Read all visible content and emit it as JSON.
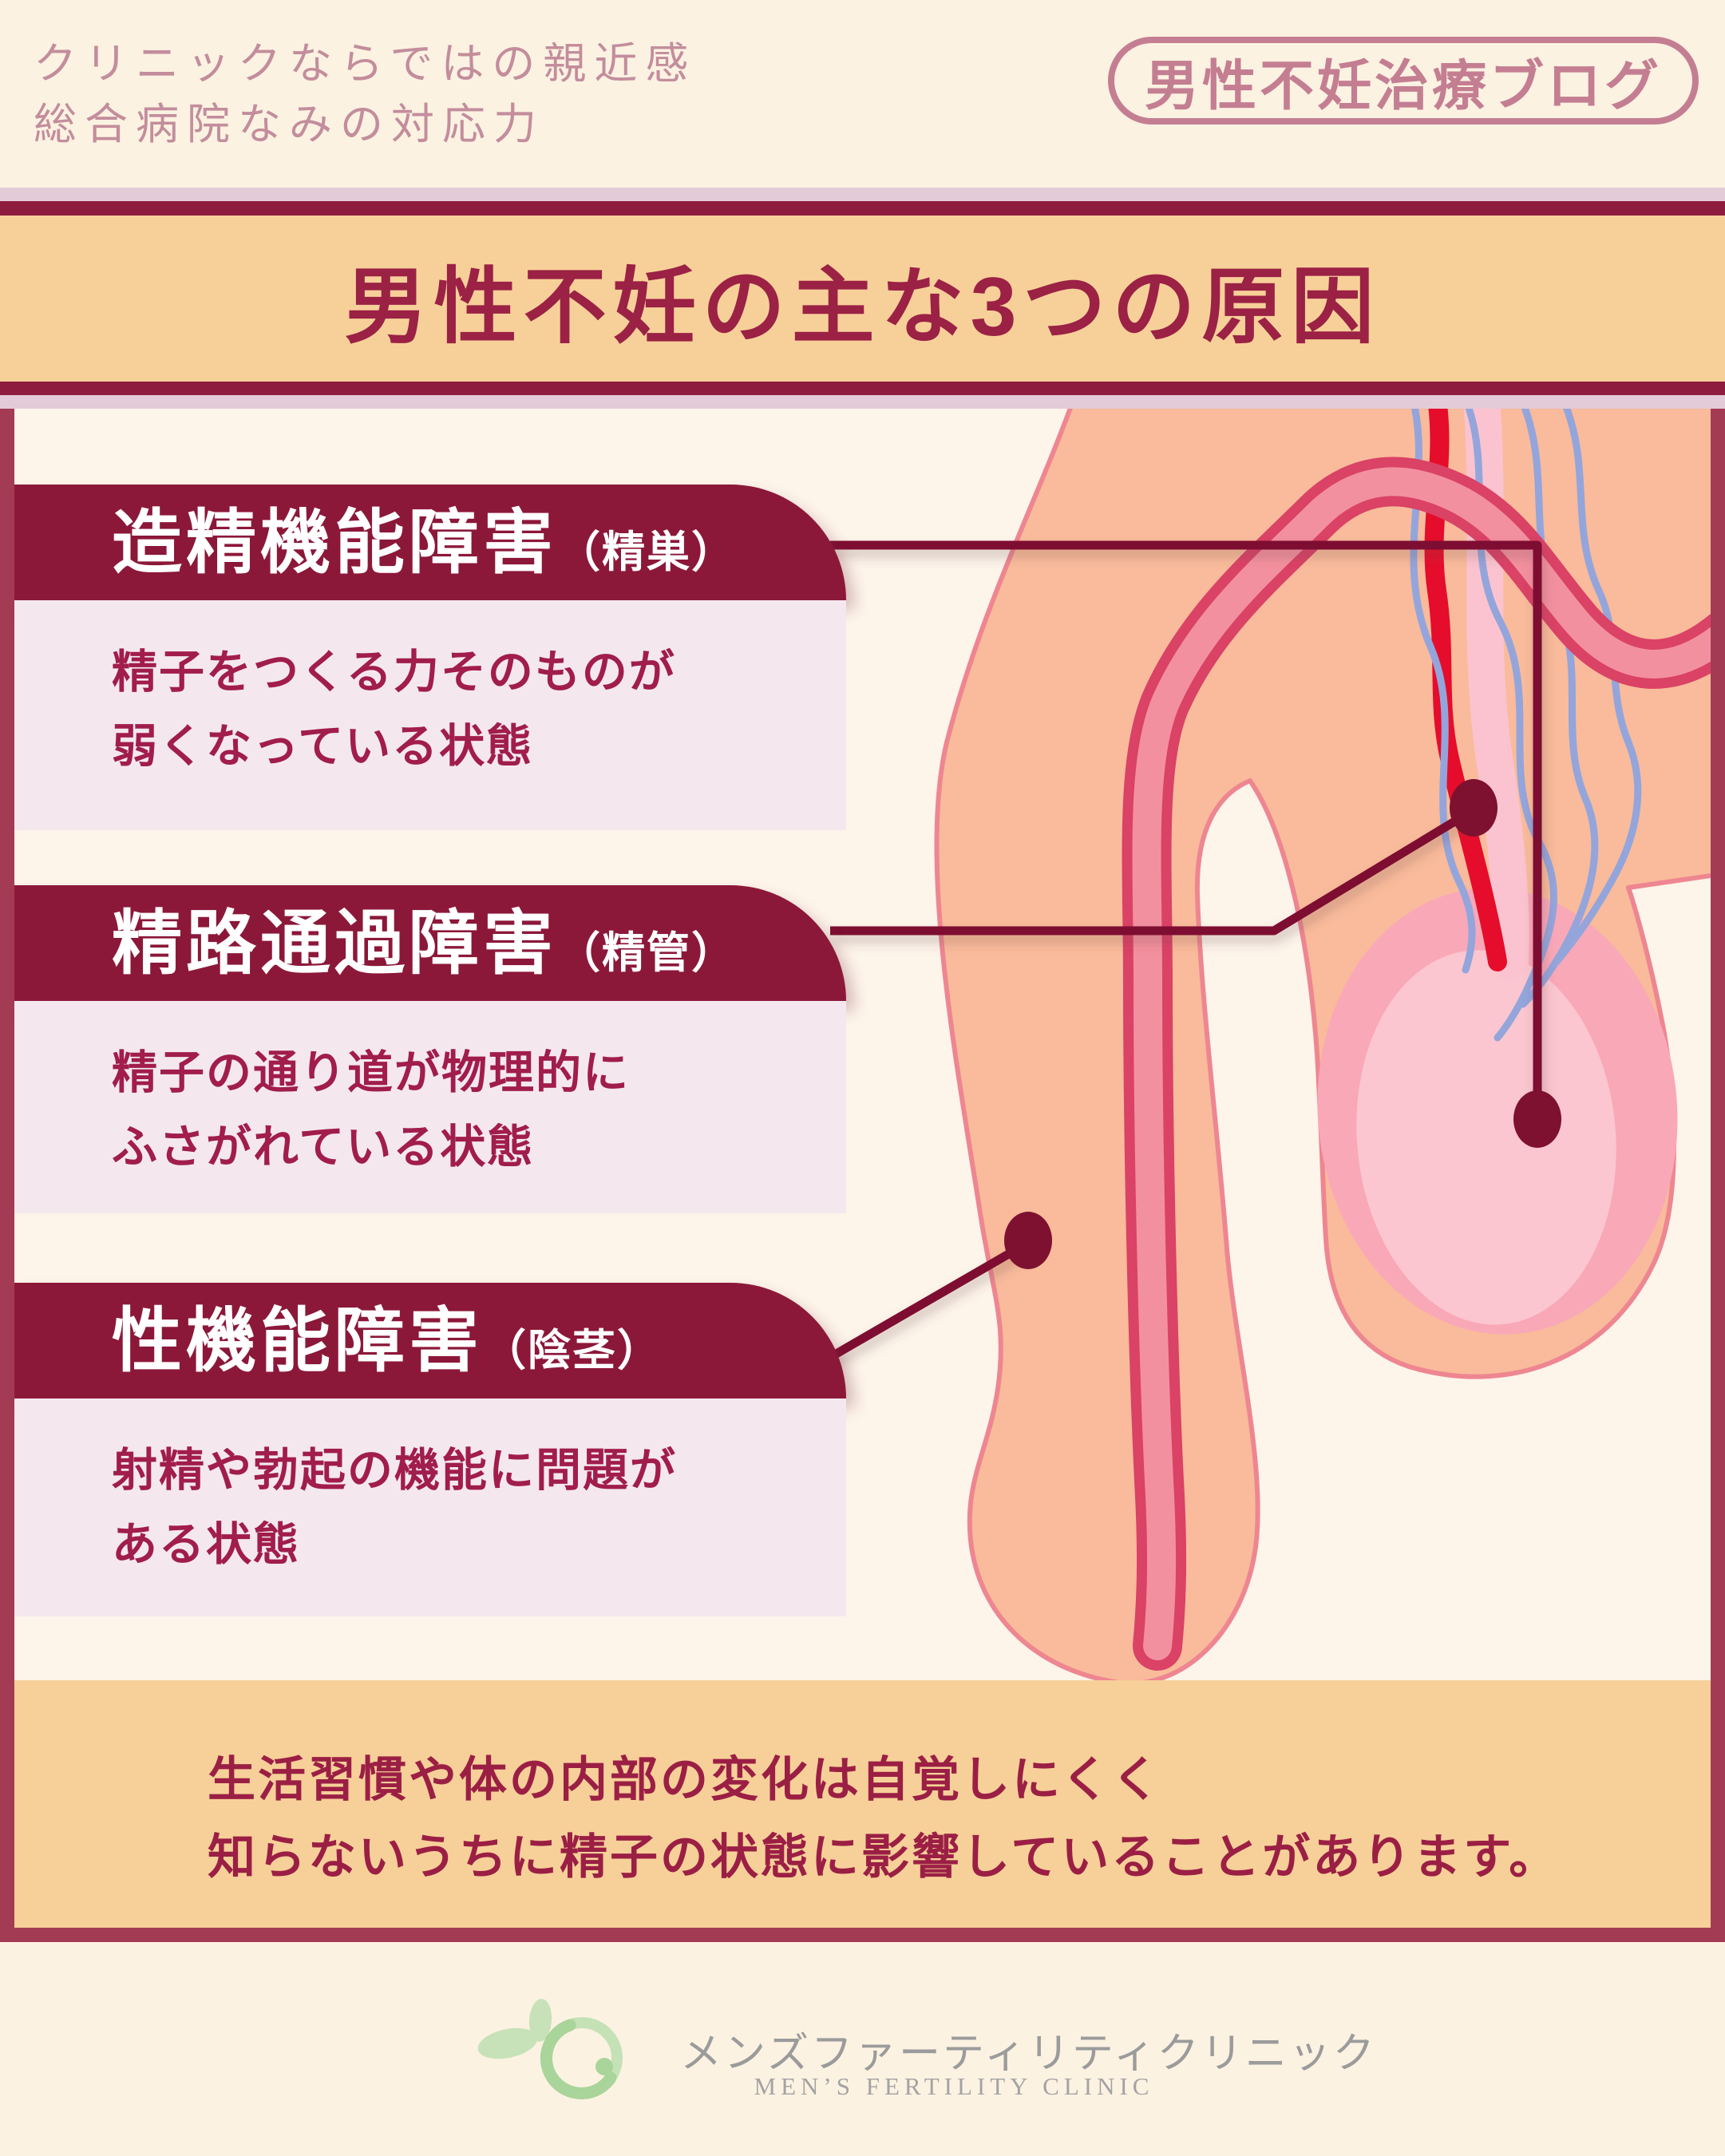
{
  "header": {
    "tagline_line1": "クリニックならではの親近感",
    "tagline_line2": "総合病院なみの対応力",
    "badge_label": "男性不妊治療ブログ"
  },
  "title_banner": {
    "title": "男性不妊の主な3つの原因"
  },
  "causes": [
    {
      "name": "造精機能障害",
      "organ": "（精巣）",
      "description_line1": "精子をつくる力そのものが",
      "description_line2": "弱くなっている状態"
    },
    {
      "name": "精路通過障害",
      "organ": "（精管）",
      "description_line1": "精子の通り道が物理的に",
      "description_line2": "ふさがれている状態"
    },
    {
      "name": "性機能障害",
      "organ": "（陰茎）",
      "description_line1": "射精や勃起の機能に問題が",
      "description_line2": "ある状態"
    }
  ],
  "note": {
    "line1": "生活習慣や体の内部の変化は自覚しにくく",
    "line2": "知らないうちに精子の状態に影響していることがあります。"
  },
  "footer": {
    "clinic_name_jp": "メンズファーティリティクリニック",
    "clinic_name_en": "MEN’S FERTILITY CLINIC"
  },
  "illustration": {
    "subject": "male-reproductive-anatomy-cross-section",
    "parts": [
      "testis",
      "vas-deferens",
      "penis",
      "spermatic-cord-artery",
      "pampiniform-veins"
    ]
  },
  "colors": {
    "background_cream": "#fcf2e2",
    "content_ivory": "#fdf4ea",
    "band_maroon": "#8c1839",
    "stripe_maroon": "#8e1c3e",
    "frame_rose": "#a43b54",
    "peach_band": "#f7d099",
    "title_text": "#9b2145",
    "panel_pink": "#f4e8ee",
    "desc_text": "#a11d4b",
    "badge_rose": "#c47e92",
    "tagline_mauve": "#c38d9c",
    "connector": "#7e1130",
    "skin": "#f9bb9b",
    "skin_outline": "#ee8691",
    "tube_outer": "#da4266",
    "tube_inner": "#f3909f",
    "artery_red": "#e50d2b",
    "vein_blue": "#94a5db",
    "testis_rim": "#f9a8b8",
    "testis_inner": "#fbc6cf",
    "logo_green_light": "#c7e2b8",
    "logo_green": "#a9d49a",
    "logo_gray": "#9b9b9b"
  }
}
